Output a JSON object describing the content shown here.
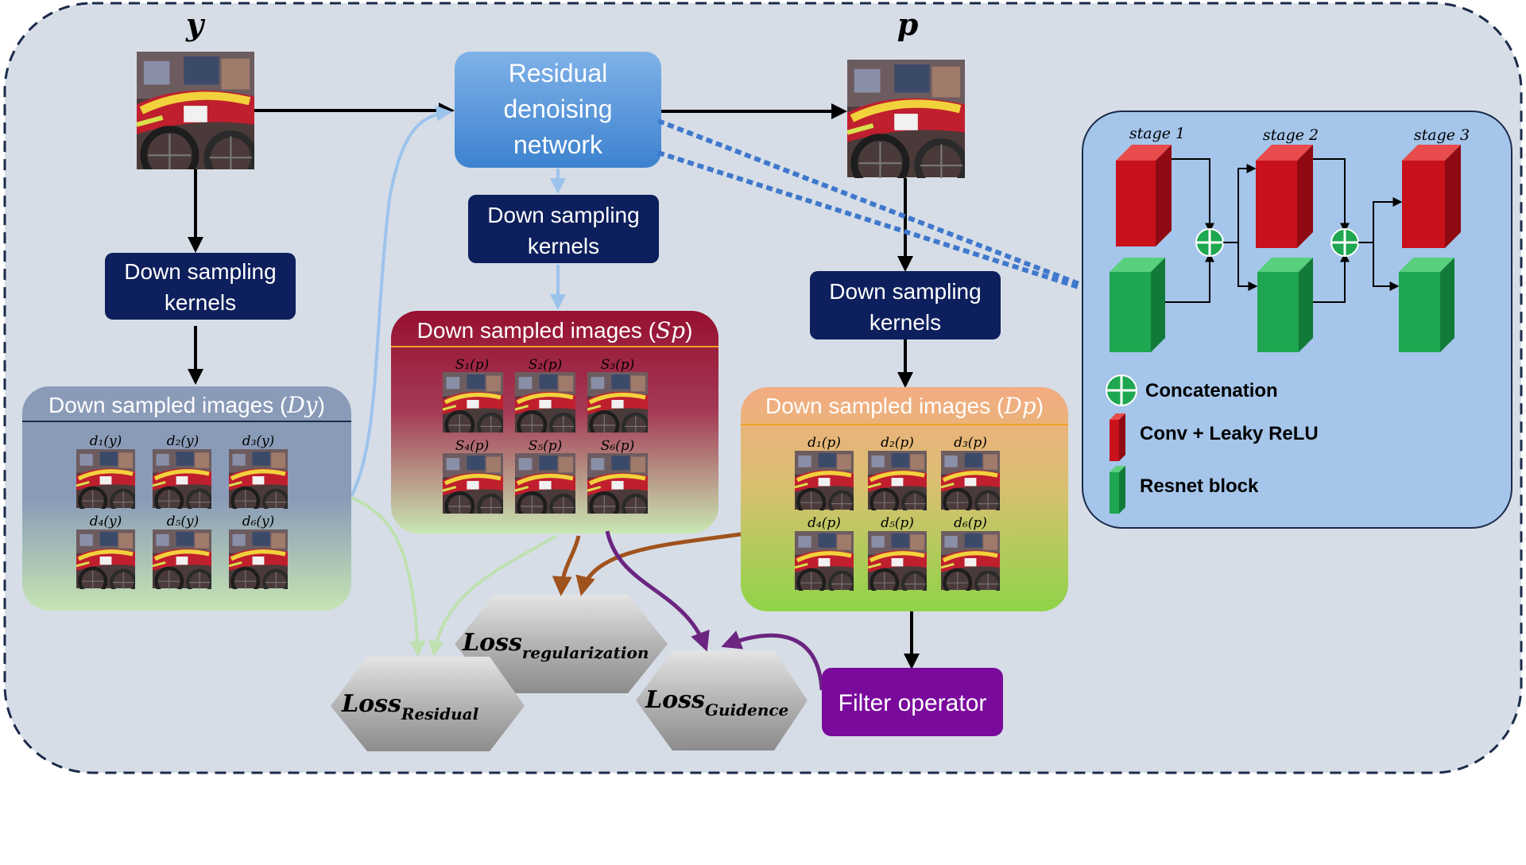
{
  "input": {
    "label": "y"
  },
  "output": {
    "label": "p"
  },
  "network": {
    "line1": "Residual",
    "line2": "denoising",
    "line3": "network"
  },
  "kernels": {
    "left": {
      "line1": "Down sampling",
      "line2": "kernels"
    },
    "middle": {
      "line1": "Down sampling",
      "line2": "kernels"
    },
    "right": {
      "line1": "Down sampling",
      "line2": "kernels"
    }
  },
  "panels": {
    "dy": {
      "title": "Down sampled images (",
      "title_var": "Dy",
      "title_end": ")",
      "labels": [
        "d₁(y)",
        "d₂(y)",
        "d₃(y)",
        "d₄(y)",
        "d₅(y)",
        "d₆(y)"
      ]
    },
    "sp": {
      "title": "Down sampled images (",
      "title_var": "Sp",
      "title_end": ")",
      "labels": [
        "S₁(p)",
        "S₂(p)",
        "S₃(p)",
        "S₄(p)",
        "S₅(p)",
        "S₆(p)"
      ]
    },
    "dp": {
      "title": "Down sampled images (",
      "title_var": "Dp",
      "title_end": ")",
      "labels": [
        "d₁(p)",
        "d₂(p)",
        "d₃(p)",
        "d₄(p)",
        "d₅(p)",
        "d₆(p)"
      ]
    }
  },
  "losses": {
    "residual": {
      "main": "Loss",
      "sub": "Residual"
    },
    "regularization": {
      "main": "Loss",
      "sub": "regularization"
    },
    "guidence": {
      "main": "Loss",
      "sub": "Guidence"
    }
  },
  "filter": {
    "label": "Filter operator"
  },
  "architecture": {
    "stages": [
      "stage 1",
      "stage 2",
      "stage 3"
    ],
    "legend": {
      "concat": "Concatenation",
      "conv": "Conv + Leaky ReLU",
      "resnet": "Resnet block"
    }
  },
  "colors": {
    "navy": "#0d1f5c",
    "network_blue": "#4f90d8",
    "filter_purple": "#7a0a9c",
    "arch_panel": "#a5c5ea",
    "conv_red": "#c8111b",
    "resnet_green": "#1ea750",
    "frame_dash": "#1b2b4a",
    "background": "#d6dde7"
  },
  "icons": {
    "photo": "motorbike-photo-icon",
    "concat": "concatenation-icon"
  }
}
